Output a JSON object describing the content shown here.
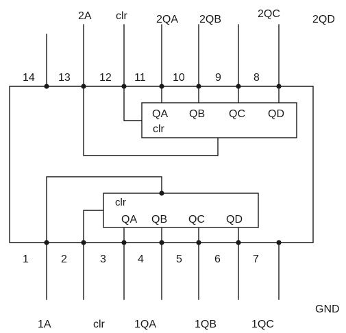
{
  "top_signals": [
    "2A",
    "clr",
    "2QA",
    "2QB",
    "2QC",
    "2QD"
  ],
  "top_pins": [
    "14",
    "13",
    "12",
    "11",
    "10",
    "9",
    "8"
  ],
  "upper_counter": {
    "outputs": [
      "QA",
      "QB",
      "QC",
      "QD"
    ],
    "clear": "clr"
  },
  "lower_counter": {
    "outputs": [
      "QA",
      "QB",
      "QC",
      "QD"
    ],
    "clear": "clr"
  },
  "bottom_pins": [
    "1",
    "2",
    "3",
    "4",
    "5",
    "6",
    "7"
  ],
  "bottom_signals": [
    "1A",
    "clr",
    "1QA",
    "1QB",
    "1QC"
  ],
  "ground_label": "GND"
}
